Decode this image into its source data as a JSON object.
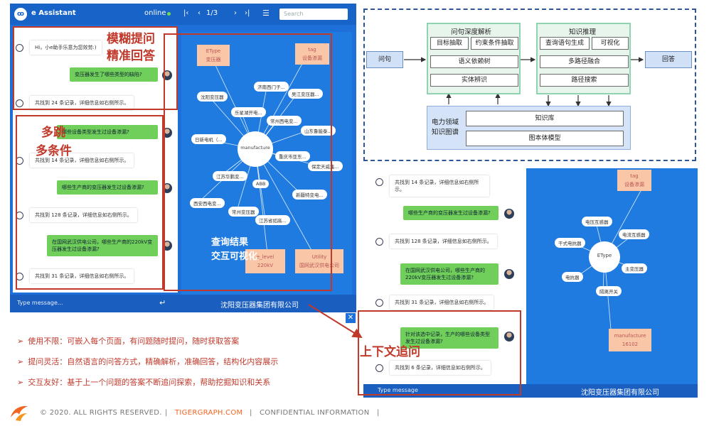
{
  "app": {
    "title": "e Assistant",
    "logo_glyph": "ꝏ",
    "status": "online",
    "page_indicator": "1/3",
    "search_placeholder": "Search",
    "footer_input_placeholder": "Type message...",
    "footer_company": "沈阳变压器集团有限公司",
    "nav_first": "|‹",
    "nav_prev": "‹",
    "nav_next": "›",
    "nav_last": "›|",
    "menu_glyph": "☰",
    "send_glyph": "↵",
    "close_glyph": "✕"
  },
  "chat": [
    {
      "role": "bot",
      "text": "Hi，小e助手乐意为您效劳:)"
    },
    {
      "role": "user",
      "text": "变压器发生了哪些类型的缺陷?"
    },
    {
      "role": "bot",
      "text": "共找到 24 条记录，详细信息如右侧所示。"
    },
    {
      "role": "user",
      "text": "哪些设备类型发生过设备渗漏?"
    },
    {
      "role": "bot",
      "text": "共找到 14 条记录，详细信息如右侧所示。"
    },
    {
      "role": "user",
      "text": "哪些生产商的变压器发生过设备渗漏?"
    },
    {
      "role": "bot",
      "text": "共找到 128 条记录，详细信息如右侧所示。"
    },
    {
      "role": "user",
      "text": "在国网武汉供电公司，哪些生产商的220kV变压器发生过设备渗漏?"
    },
    {
      "role": "bot",
      "text": "共找到 31 条记录，详细信息如右侧所示。"
    }
  ],
  "graph": {
    "center": "manufacture",
    "etype": [
      "EType",
      "变压器"
    ],
    "tag": [
      "tag",
      "设备渗漏"
    ],
    "level": [
      "e_level",
      "220kV"
    ],
    "utility": [
      "Utility",
      "国网武汉供电公司"
    ],
    "nodes": [
      "济南西门子...",
      "吴江变压器...",
      "沈阳变压器",
      "乐星湖开电...",
      "常州西电变...",
      "山东鲁能泰...",
      "日新电机（...",
      "重庆市亚东...",
      "保定天威集...",
      "江苏华鹏变...",
      "ABB",
      "新疆特变电...",
      "西安西电变...",
      "常州变压器",
      "江苏省如高..."
    ]
  },
  "annotations": {
    "fuzzy": [
      "模糊提问",
      "精准回答"
    ],
    "multihop": [
      "多跳",
      "多条件"
    ],
    "result": [
      "查询结果",
      "交互可视化"
    ],
    "context": "上下文追问"
  },
  "arch": {
    "question": "问句",
    "answer": "回答",
    "parse_title": "问句深度解析",
    "parse_items": [
      "目标抽取",
      "约束条件抽取",
      "语义依赖树",
      "实体辨识"
    ],
    "reason_title": "知识推理",
    "reason_items": [
      "查询语句生成",
      "可视化",
      "多路径融合",
      "路径搜索"
    ],
    "kg_label": [
      "电力领域",
      "知识图谱"
    ],
    "kg_items": [
      "知识库",
      "图本体模型"
    ]
  },
  "right_chat": [
    {
      "role": "bot",
      "text": "共找到 14 条记录，详细信息如右侧所示。"
    },
    {
      "role": "user",
      "text": "哪些生产商的变压器发生过设备渗漏?"
    },
    {
      "role": "bot",
      "text": "共找到 128 条记录，详细信息如右侧所示。"
    },
    {
      "role": "user",
      "text": "在国网武汉供电公司，哪些生产商的220kV变压器发生过设备渗漏?"
    },
    {
      "role": "bot",
      "text": "共找到 31 条记录，详细信息如右侧所示。"
    },
    {
      "role": "user",
      "text": "针对该选中记录，生产的哪些设备类型发生过设备渗漏?"
    },
    {
      "role": "bot",
      "text": "共找到 6 条记录，详细信息如右侧所示。"
    }
  ],
  "right_graph": {
    "center": "EType",
    "tag": [
      "tag",
      "设备渗漏"
    ],
    "manufacture": [
      "manufacture",
      "16102"
    ],
    "nodes": [
      "电压互感器",
      "电流互感器",
      "干式电抗器",
      "主变压器",
      "电抗器",
      "隔离开关"
    ],
    "footer_placeholder": "Type message",
    "footer_company": "沈阳变压器集团有限公司"
  },
  "bullets": [
    "使用不限：可嵌入每个页面，有问题随时提问，随时获取答案",
    "提问灵活：自然语言的问答方式，精确解析，准确回答，结构化内容展示",
    "交互友好：基于上一个问题的答案不断追问探索，帮助挖掘知识和关系"
  ],
  "bullet_marker": "➢",
  "footer": {
    "copyright": "© 2020. ALL RIGHTS RESERVED.",
    "sep": "|",
    "brand": "TIGERGRAPH.COM",
    "confidential": "CONFIDENTIAL INFORMATION"
  },
  "colors": {
    "app_blue": "#1e6fd9",
    "graph_blue": "#1f7be0",
    "accent_red": "#c0392b",
    "user_green": "#6fcf5a",
    "node_peach": "#f9c7a8",
    "brand_orange": "#f26522"
  }
}
